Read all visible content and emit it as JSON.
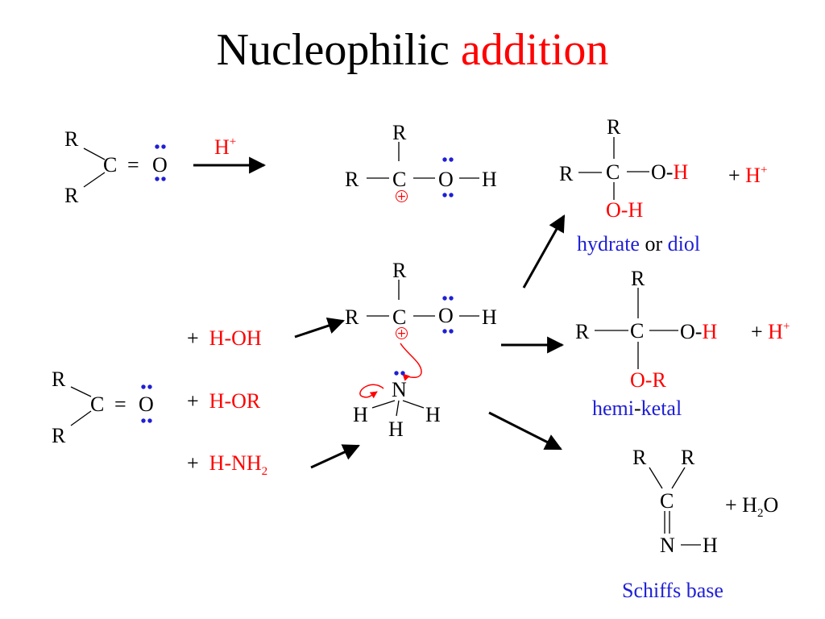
{
  "title": {
    "part1": "Nucleophilic",
    "part2": "addition",
    "part2_color": "#ff0000"
  },
  "colors": {
    "red": "#ff0000",
    "blue": "#1f1fd6",
    "lone_pair_dots": "#1f1fd6"
  },
  "atoms": {
    "R": "R",
    "C": "C",
    "O": "O",
    "H": "H",
    "N": "N",
    "eq": "="
  },
  "reaction1": {
    "catalyst": "H",
    "catalyst_charge": "+"
  },
  "hydrate": {
    "OH": "O-",
    "H": "H",
    "plus": "+ ",
    "proton": "H",
    "proton_charge": "+",
    "label_a": "hydrate",
    "label_or": " or ",
    "label_b": "diol"
  },
  "reagents": {
    "plus": "+",
    "water_H": "H",
    "water_rest": "-OH",
    "alcohol_H": "H",
    "alcohol_rest": "-OR",
    "amine_H": "H",
    "amine_rest": "-NH",
    "amine_sub": "2"
  },
  "hemiketal": {
    "OH": "O-",
    "H": "H",
    "plus": "+ ",
    "proton": "H",
    "proton_charge": "+",
    "OR_O": "O",
    "OR_dash": "-",
    "OR_R": "R",
    "label_a": "hemi",
    "label_dash": "-",
    "label_b": "ketal"
  },
  "schiff": {
    "water": "+ H",
    "water_sub": "2",
    "water_O": "O",
    "label": "Schiffs base"
  },
  "positive_charge": "+"
}
